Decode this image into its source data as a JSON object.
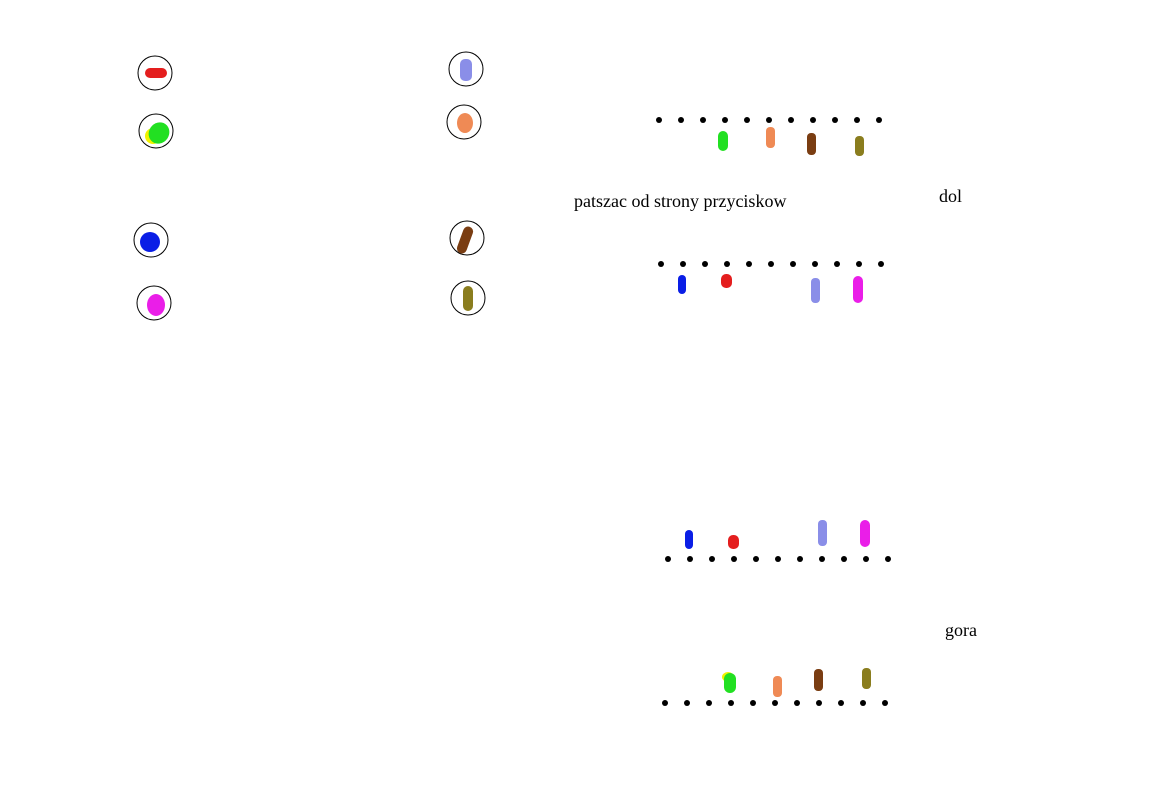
{
  "labels": {
    "view": "patszac od strony przyciskow",
    "bottom": "dol",
    "top": "gora"
  },
  "colors": {
    "red": "#e41e1e",
    "lavender": "#8a8ee8",
    "green": "#22e022",
    "yellow": "#f2f200",
    "orange": "#ef8a55",
    "blue": "#0a1ee6",
    "brown": "#7a3d12",
    "magenta": "#ea1ee8",
    "olive": "#8a7d1e",
    "dot": "#000000",
    "ring": "#000000"
  }
}
